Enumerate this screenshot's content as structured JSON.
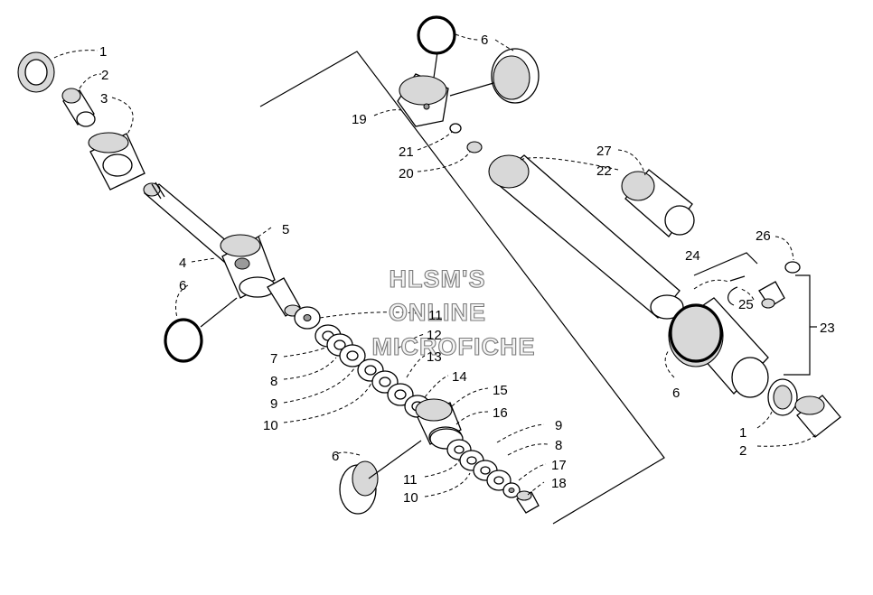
{
  "watermark": {
    "lines": [
      "HLSM'S",
      "ONLINE",
      "MICROFICHE"
    ]
  },
  "callouts": [
    "1",
    "2",
    "3",
    "4",
    "5",
    "6",
    "6",
    "6",
    "6",
    "7",
    "8",
    "9",
    "10",
    "11",
    "12",
    "13",
    "14",
    "15",
    "16",
    "9",
    "8",
    "17",
    "18",
    "11",
    "10",
    "19",
    "21",
    "20",
    "27",
    "22",
    "26",
    "24",
    "25",
    "23",
    "1",
    "2"
  ]
}
